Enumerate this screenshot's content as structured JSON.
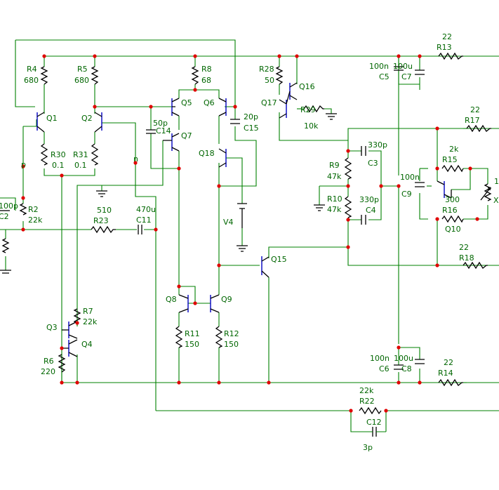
{
  "labels": {
    "R4": "R4",
    "R4v": "680",
    "R5": "R5",
    "R5v": "680",
    "R8": "R8",
    "R8v": "68",
    "R28": "R28",
    "R28v": "50",
    "R29": "R29",
    "R29v": "10k",
    "R13": "R13",
    "R13v": "22",
    "R17": "R17",
    "R17v": "22",
    "R14": "R14",
    "R14v": "22",
    "R18": "R18",
    "R18v": "22",
    "R15": "R15",
    "R15v": "2k",
    "R16": "R16",
    "R16v": "300",
    "R9": "R9",
    "R9v": "47k",
    "R10": "R10",
    "R10v": "47k",
    "R30": "R30",
    "R30v": "0.1",
    "R31": "R31",
    "R31v": "0.1",
    "R2": "R2",
    "R2v": "22k",
    "R23": "R23",
    "R23v": "510",
    "R7": "R7",
    "R7v": "22k",
    "R6": "R6",
    "R6v": "220",
    "R11": "R11",
    "R11v": "150",
    "R12": "R12",
    "R12v": "150",
    "R22": "R22",
    "R22v": "22k",
    "C5": "C5",
    "C5v": "100n",
    "C7": "C7",
    "C7v": "100u",
    "C6": "C6",
    "C6v": "100n",
    "C8": "C8",
    "C8v": "100u",
    "C14": "C14",
    "C14v": "50p",
    "C15": "C15",
    "C15v": "20p",
    "C3": "C3",
    "C3v": "330p",
    "C4": "C4",
    "C4v": "330p",
    "C9": "C9",
    "C9v": "100n",
    "C11": "C11",
    "C11v": "470u",
    "C12": "C12",
    "C12v": "3p",
    "C2": "C2",
    "C2v": "100p",
    "Q1": "Q1",
    "Q2": "Q2",
    "Q3": "Q3",
    "Q4": "Q4",
    "Q5": "Q5",
    "Q6": "Q6",
    "Q7": "Q7",
    "Q8": "Q8",
    "Q9": "Q9",
    "Q10": "Q10",
    "Q15": "Q15",
    "Q16": "Q16",
    "Q17": "Q17",
    "Q18": "Q18",
    "V4": "V4",
    "p": "p",
    "n": "n",
    "X": "X",
    "one": "1"
  }
}
